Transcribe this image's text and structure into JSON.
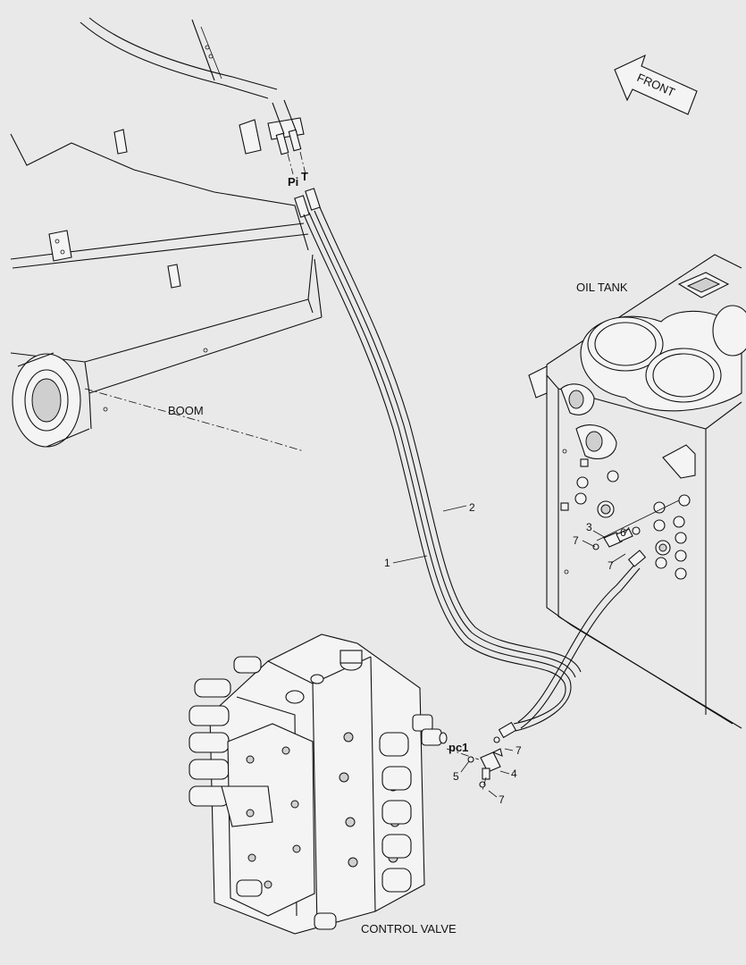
{
  "labels": {
    "front": "FRONT",
    "oil_tank": "OIL TANK",
    "boom": "BOOM",
    "control_valve": "CONTROL VALVE",
    "port_pi": "Pi",
    "port_t": "T",
    "port_pc1": "pc1"
  },
  "callouts": {
    "c1": "1",
    "c2": "2",
    "c3": "3",
    "c4": "4",
    "c5": "5",
    "c6": "6",
    "c7a": "7",
    "c7b": "7",
    "c7c": "7",
    "c7d": "7"
  }
}
